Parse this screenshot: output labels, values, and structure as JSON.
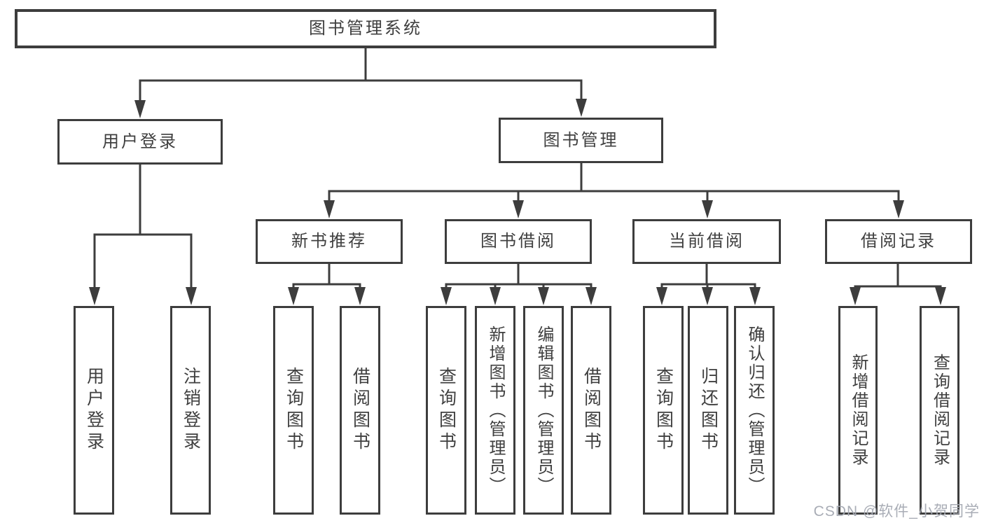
{
  "diagram": {
    "root": {
      "label": "图书管理系统"
    },
    "level2": [
      {
        "label": "用户登录"
      },
      {
        "label": "图书管理"
      }
    ],
    "level3": [
      {
        "label": "新书推荐"
      },
      {
        "label": "图书借阅"
      },
      {
        "label": "当前借阅"
      },
      {
        "label": "借阅记录"
      }
    ],
    "leaves": [
      {
        "label": "用户登录"
      },
      {
        "label": "注销登录"
      },
      {
        "label": "查询图书"
      },
      {
        "label": "借阅图书"
      },
      {
        "label": "查询图书"
      },
      {
        "label": "新增图书（管理员）"
      },
      {
        "label": "编辑图书（管理员）"
      },
      {
        "label": "借阅图书"
      },
      {
        "label": "查询图书"
      },
      {
        "label": "归还图书"
      },
      {
        "label": "确认归还（管理员）"
      },
      {
        "label": "新增借阅记录"
      },
      {
        "label": "查询借阅记录"
      }
    ]
  },
  "watermark": {
    "text": "CSDN @软件_小贺同学"
  },
  "colors": {
    "line": "#3d3d3d",
    "text": "#3f3f3f",
    "background": "#ffffff",
    "watermark": "#a4a9b2"
  }
}
